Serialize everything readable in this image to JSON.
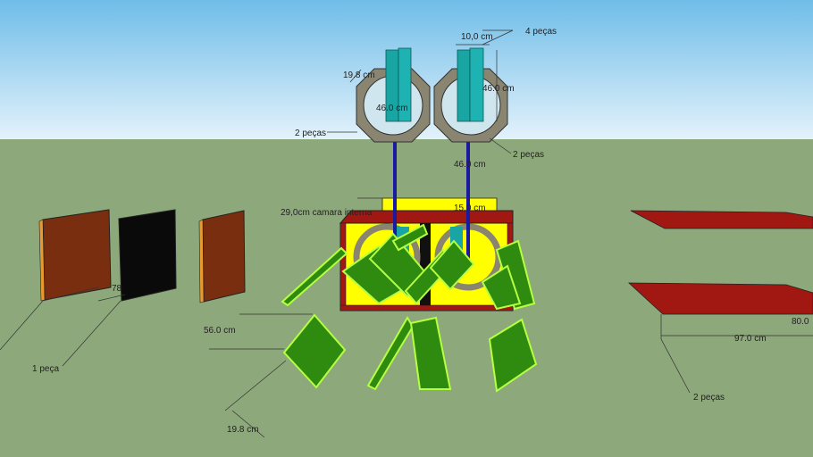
{
  "colors": {
    "sky_top": "#6fbde8",
    "sky_bottom": "#dff0fa",
    "ground": "#8da87a",
    "wood_brown": "#7a2e10",
    "wood_edge": "#e89a30",
    "black_panel": "#0a0a0a",
    "red_panel": "#a11812",
    "yellow": "#ffff00",
    "green_panel": "#2e8b10",
    "green_edge": "#b6ff40",
    "ring_gray": "#8a8570",
    "teal": "#1aa5a5",
    "blue_rod": "#1a1aa0"
  },
  "labels": {
    "four_pieces": "4 peças",
    "dim_10cm": "10,0 cm",
    "dim_19_8_top": "19.8 cm",
    "dim_46_height": "46.0 cm",
    "dim_46_inner": "46.0 cm",
    "two_pieces_rings": "2 peças",
    "two_pieces_right": "2 peças",
    "dim_46_lower": "46.0 cm",
    "chamber": "29,0cm camara interna",
    "dim_15": "15.0 cm",
    "dim_78": "78",
    "one_piece": "1 peça",
    "dim_56": "56.0 cm",
    "dim_19_8_bottom": "19.8 cm",
    "dim_97": "97.0 cm",
    "dim_80": "80.0",
    "two_pieces_bottom": "2 peças"
  }
}
